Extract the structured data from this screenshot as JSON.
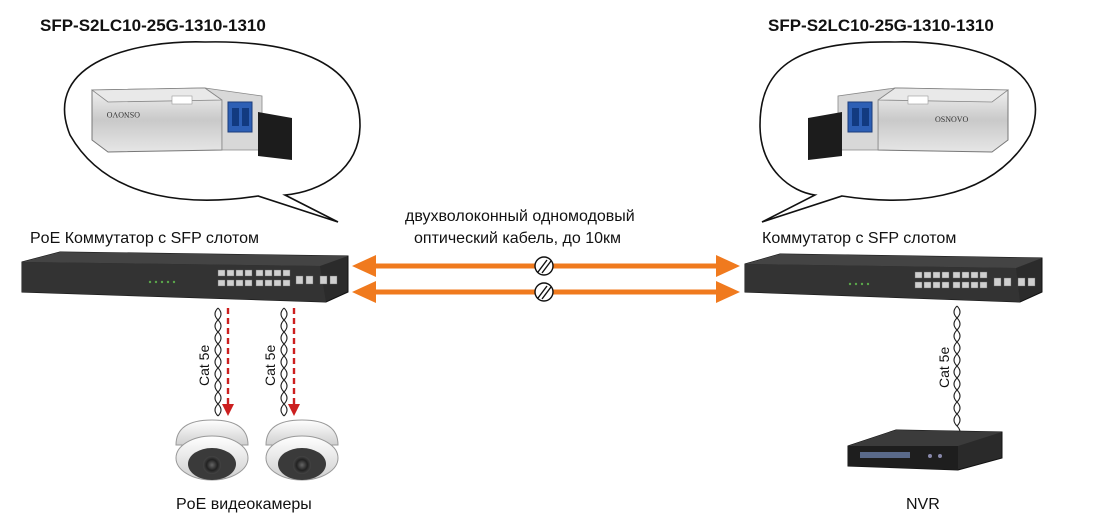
{
  "left": {
    "model": "SFP-S2LC10-25G-1310-1310",
    "switch_label": "PoE Коммутатор с SFP слотом",
    "module_brand": "OSNOVO",
    "cable_label": "Cat 5e",
    "devices_label": "PoE видеокамеры"
  },
  "right": {
    "model": "SFP-S2LC10-25G-1310-1310",
    "switch_label": "Коммутатор с SFP слотом",
    "module_brand": "OSNOVO",
    "cable_label": "Cat 5e",
    "device_label": "NVR"
  },
  "link": {
    "line1": "двухволоконный одномодовый",
    "line2": "оптический кабель, до 10км"
  },
  "colors": {
    "fiber": "#f07a1e",
    "poe_arrow": "#cc1f1f",
    "switch_body": "#2b2b2b",
    "bubble_stroke": "#111111"
  }
}
